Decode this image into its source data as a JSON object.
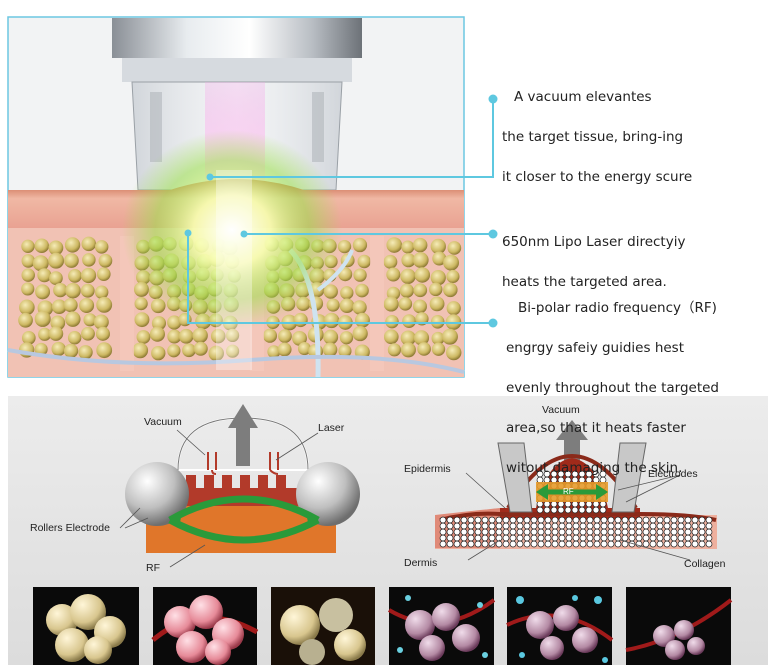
{
  "callouts": [
    {
      "id": "vacuum",
      "lines": [
        "A vacuum elevantes",
        "the target tissue,  bring-ing",
        "it closer to the energy scure"
      ]
    },
    {
      "id": "laser",
      "lines": [
        "650nm Lipo Laser directyiy",
        "heats the targeted area."
      ]
    },
    {
      "id": "rf",
      "lines": [
        "Bi-polar radio frequency（RF)",
        "engrgy safeiy guidies hest",
        "evenly throughout the targeted",
        "area,so that it heats faster",
        "witout damaging the skin."
      ]
    }
  ],
  "left_diagram": {
    "vacuum": "Vacuum",
    "laser": "Laser",
    "rollers": "Rollers Electrode",
    "rf": "RF"
  },
  "right_diagram": {
    "vacuum": "Vacuum",
    "epidermis": "Epidermis",
    "electrodes": "Electrodes",
    "rf": "RF",
    "dermis": "Dermis",
    "collagen": "Collagen"
  },
  "colors": {
    "callout_line": "#5ec8e0",
    "fat": "#d8c57a",
    "skin": "#e8a89c",
    "tissue_red": "#8a2a1a",
    "arrow_green": "#2a9a3a",
    "orange_layer": "#e07a2a"
  },
  "stages_count_text": ""
}
